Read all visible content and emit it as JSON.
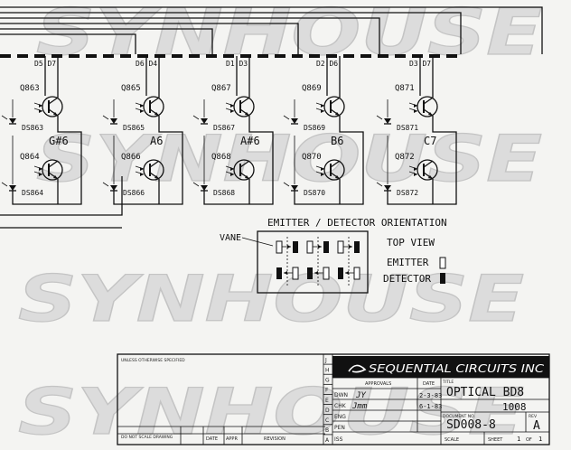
{
  "watermark": "SYNHOUSE",
  "channels": [
    {
      "pins_top": "D5   D7",
      "q_top": "Q863",
      "ds_top": "DS863",
      "note": "G#6",
      "q_bot": "Q864",
      "ds_bot": "DS864"
    },
    {
      "pins_top": "D6   D4",
      "q_top": "Q865",
      "ds_top": "DS865",
      "note": "A6",
      "q_bot": "Q866",
      "ds_bot": "DS866"
    },
    {
      "pins_top": "D1   D3",
      "q_top": "Q867",
      "ds_top": "DS867",
      "note": "A#6",
      "q_bot": "Q868",
      "ds_bot": "DS868"
    },
    {
      "pins_top": "D2   D6",
      "q_top": "Q869",
      "ds_top": "DS869",
      "note": "B6",
      "q_bot": "Q870",
      "ds_bot": "DS870"
    },
    {
      "pins_top": "D3   D7",
      "q_top": "Q871",
      "ds_top": "DS871",
      "note": "C7",
      "q_bot": "Q872",
      "ds_bot": "DS872"
    }
  ],
  "orientation": {
    "title": "EMITTER / DETECTOR  ORIENTATION",
    "vane_label": "VANE",
    "top_view": "TOP VIEW",
    "emitter_label": "EMITTER",
    "detector_label": "DETECTOR"
  },
  "title_block": {
    "company": "SEQUENTIAL CIRCUITS INC",
    "title": "OPTICAL BD8",
    "number": "1008",
    "document": "SD008-8",
    "rev": "A",
    "rev_label": "REV",
    "title_label": "TITLE",
    "doc_label": "DOCUMENT NO.",
    "scale_label": "SCALE",
    "sheet_label": "SHEET",
    "of_label": "OF",
    "sheet_value": "1",
    "approvals_label": "APPROVALS",
    "date_label": "DATE",
    "drn_label": "DWN",
    "drn_value": "JY",
    "chk_label": "CHK",
    "chk_value": "Jmm",
    "eng_label": "ENG",
    "pen_label": "PEN",
    "iss_label": "ISS",
    "date1": "2-3-83",
    "date2": "6-1-83",
    "rev_col": "REVISION",
    "date_col": "DATE",
    "appr_col": "APPR",
    "notes": "UNLESS OTHERWISE SPECIFIED",
    "dont_scale": "DO NOT SCALE DRAWING",
    "zones": [
      "J",
      "H",
      "G",
      "F",
      "E",
      "D",
      "C",
      "B",
      "A"
    ]
  }
}
